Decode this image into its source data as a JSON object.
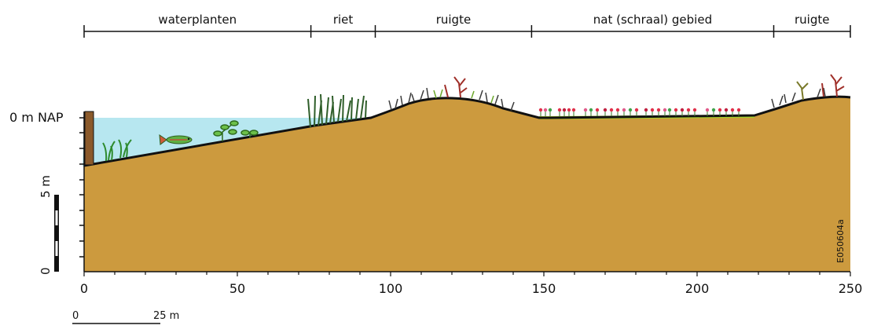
{
  "zones": [
    {
      "label": "waterplanten",
      "from": 0,
      "to": 74
    },
    {
      "label": "riet",
      "from": 74,
      "to": 95
    },
    {
      "label": "ruigte",
      "from": 95,
      "to": 146
    },
    {
      "label": "nat (schraal) gebied",
      "from": 146,
      "to": 225
    },
    {
      "label": "ruigte",
      "from": 225,
      "to": 250
    }
  ],
  "x_axis": {
    "ticks": [
      0,
      50,
      100,
      150,
      200,
      250
    ],
    "min": 0,
    "max": 250
  },
  "nap_label": "0 m NAP",
  "vertical_scale": {
    "label": "5 m",
    "zero": "0"
  },
  "horizontal_scale": {
    "zero": "0",
    "label": "25 m"
  },
  "figure_code": "E050604a",
  "colors": {
    "soil": "#CC9A3E",
    "water": "#B7E7F0",
    "grass": "#A6D02C",
    "outline": "#111111"
  }
}
